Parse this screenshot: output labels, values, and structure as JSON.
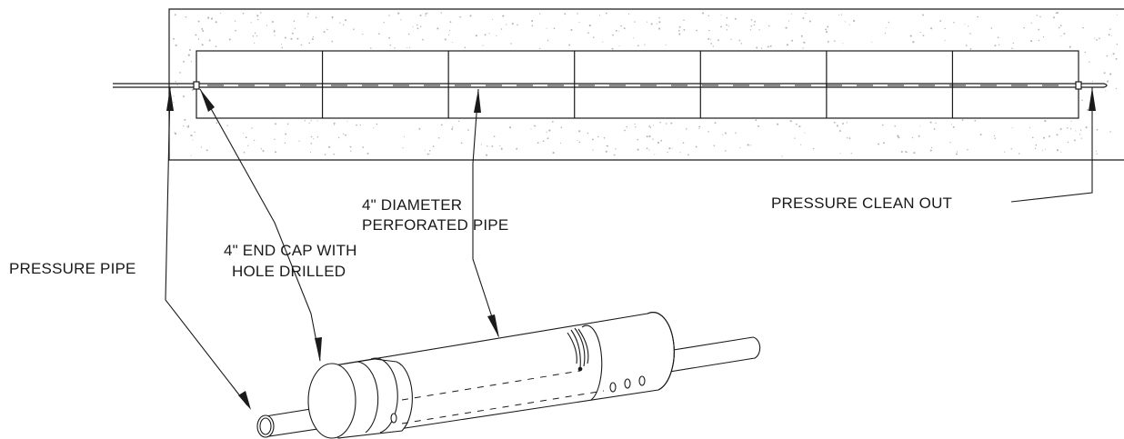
{
  "labels": {
    "pressure_pipe": "PRESSURE PIPE",
    "end_cap_line1": "4\" END CAP WITH",
    "end_cap_line2": "HOLE DRILLED",
    "perforated_line1": "4\" DIAMETER",
    "perforated_line2": "PERFORATED PIPE",
    "pressure_clean_out": "PRESSURE CLEAN OUT"
  },
  "trench": {
    "sections": 7
  },
  "colors": {
    "ink": "#1a1a1a",
    "stipple": "#b5b5b5",
    "background": "#ffffff"
  }
}
